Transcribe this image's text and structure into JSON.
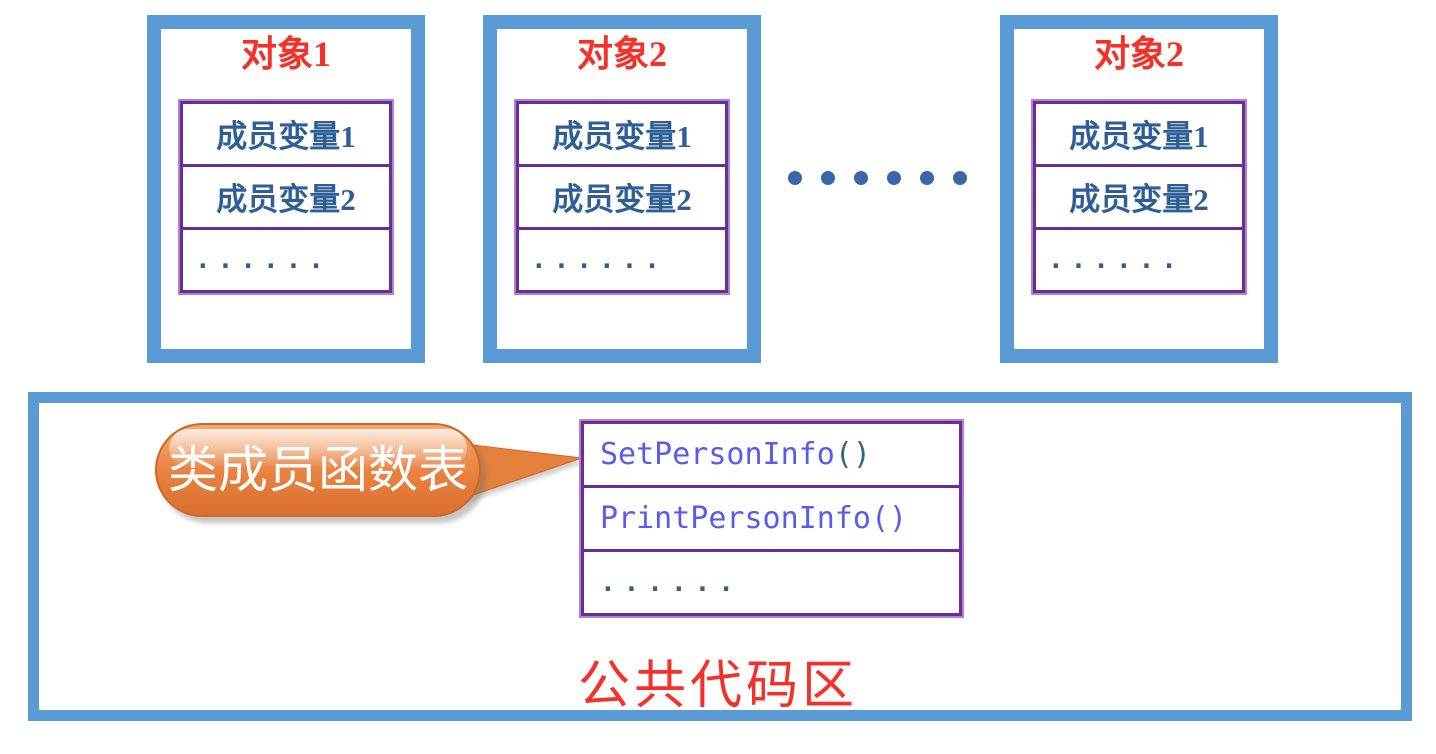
{
  "palette": {
    "frame_blue": "#5b9bd5",
    "border_purple": "#6a2d96",
    "border_purple_light": "#b183c9",
    "member_text_blue": "#2d5f96",
    "title_red": "#f43028",
    "function_blue": "#5a5aee",
    "teal": "#2f6585",
    "bubble_orange": "#e8813f",
    "separator_dot_blue": "#3a67aa"
  },
  "objects": [
    {
      "title": "对象1",
      "rows": [
        "成员变量1",
        "成员变量2",
        "......"
      ]
    },
    {
      "title": "对象2",
      "rows": [
        "成员变量1",
        "成员变量2",
        "......"
      ]
    },
    {
      "title": "对象2",
      "rows": [
        "成员变量1",
        "成员变量2",
        "......"
      ]
    }
  ],
  "separator": {
    "style": "round-dots",
    "count": 6
  },
  "code_area": {
    "callout_label": "类成员函数表",
    "functions": [
      {
        "name": "SetPersonInfo",
        "parens": "()"
      },
      {
        "name": "PrintPersonInfo",
        "parens": "()"
      },
      {
        "name": "......",
        "parens": ""
      }
    ],
    "label": "公共代码区"
  }
}
